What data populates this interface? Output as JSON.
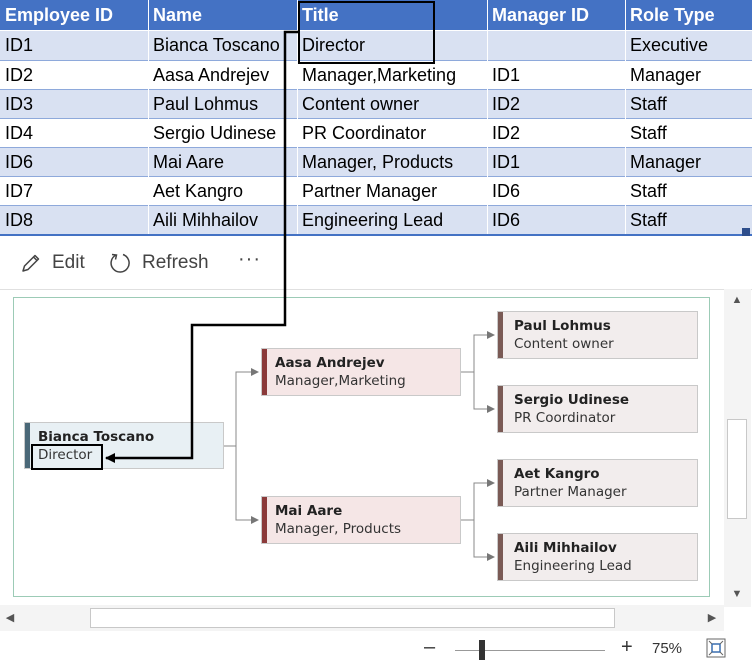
{
  "table": {
    "headers": [
      "Employee ID",
      "Name",
      "Title",
      "Manager ID",
      "Role Type"
    ],
    "rows": [
      [
        "ID1",
        "Bianca Toscano",
        "Director",
        "",
        "Executive"
      ],
      [
        "ID2",
        "Aasa Andrejev",
        "Manager,Marketing",
        "ID1",
        "Manager"
      ],
      [
        "ID3",
        "Paul Lohmus",
        "Content owner",
        "ID2",
        "Staff"
      ],
      [
        "ID4",
        "Sergio Udinese",
        "PR Coordinator",
        "ID2",
        "Staff"
      ],
      [
        "ID6",
        "Mai Aare",
        "Manager, Products",
        "ID1",
        "Manager"
      ],
      [
        "ID7",
        "Aet Kangro",
        "Partner Manager",
        "ID6",
        "Staff"
      ],
      [
        "ID8",
        "Aili Mihhailov",
        "Engineering Lead",
        "ID6",
        "Staff"
      ]
    ]
  },
  "toolbar": {
    "edit_label": "Edit",
    "refresh_label": "Refresh",
    "more_label": "···"
  },
  "chart": {
    "root": {
      "name": "Bianca Toscano",
      "title": "Director"
    },
    "managers": [
      {
        "name": "Aasa Andrejev",
        "title": "Manager,Marketing"
      },
      {
        "name": "Mai Aare",
        "title": "Manager, Products"
      }
    ],
    "staff": [
      {
        "name": "Paul Lohmus",
        "title": "Content owner"
      },
      {
        "name": "Sergio Udinese",
        "title": "PR Coordinator"
      },
      {
        "name": "Aet Kangro",
        "title": "Partner Manager"
      },
      {
        "name": "Aili Mihhailov",
        "title": "Engineering Lead"
      }
    ]
  },
  "statusbar": {
    "zoom_out": "–",
    "zoom_in": "+",
    "zoom_level": "75%",
    "zoom_percent": 75
  },
  "colors": {
    "header_bg": "#4472c4",
    "band": "#d9e1f2",
    "root_fill": "#e8f0f4",
    "root_accent": "#4a6878",
    "manager_fill": "#f5e6e6",
    "manager_accent": "#8b3a3a",
    "staff_fill": "#f2eded",
    "staff_accent": "#7a5a55"
  },
  "icons": [
    "edit-icon",
    "refresh-icon",
    "more-icon",
    "zoom-fit-icon"
  ]
}
